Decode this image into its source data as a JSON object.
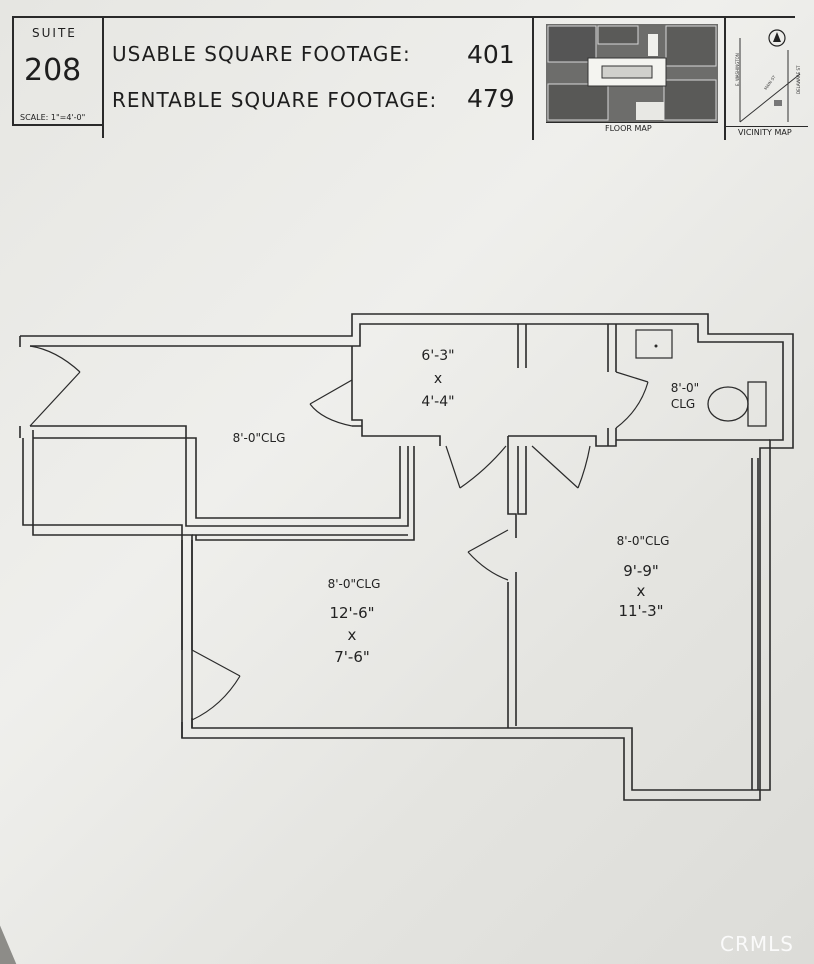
{
  "suite": {
    "label": "SUITE",
    "number": "208",
    "scale": "SCALE: 1\"=4'-0\""
  },
  "footage": {
    "usable_label": "USABLE SQUARE FOOTAGE:",
    "usable_value": "401",
    "rentable_label": "RENTABLE SQUARE FOOTAGE:",
    "rentable_value": "479"
  },
  "maps": {
    "floor_map_caption": "FLOOR MAP",
    "vicinity_map_caption": "VICINITY MAP",
    "streets": [
      "E. WASHINGTON",
      "MAIN ST",
      "DELAWARE ST"
    ]
  },
  "rooms": {
    "closet": {
      "width": "6'-3\"",
      "times": "x",
      "depth": "4'-4\""
    },
    "restroom": {
      "ceiling_1": "8'-0\"",
      "ceiling_2": "CLG"
    },
    "corridor": {
      "ceiling": "8'-0\"CLG"
    },
    "office_left": {
      "ceiling": "8'-0\"CLG",
      "width": "12'-6\"",
      "times": "x",
      "depth": "7'-6\""
    },
    "office_right": {
      "ceiling": "8'-0\"CLG",
      "width": "9'-9\"",
      "times": "x",
      "depth": "11'-3\""
    }
  },
  "watermark": "CRMLS"
}
